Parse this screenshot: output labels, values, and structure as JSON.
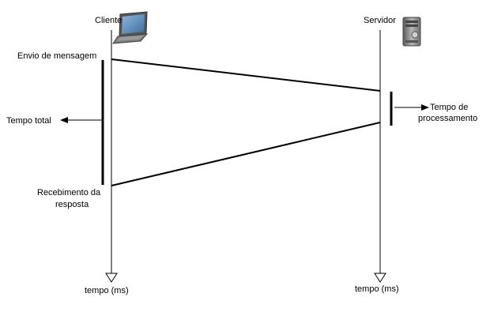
{
  "client": {
    "label": "Cliente",
    "icon": "laptop-icon",
    "axis_label": "tempo (ms)"
  },
  "server": {
    "label": "Servidor",
    "icon": "server-icon",
    "axis_label": "tempo (ms)"
  },
  "annotations": {
    "send_message": "Envio de mensagem",
    "receive_response_line1": "Recebimento da",
    "receive_response_line2": "resposta",
    "total_time": "Tempo total",
    "processing_time_line1": "Tempo de",
    "processing_time_line2": "processamento"
  },
  "colors": {
    "line": "#000000",
    "laptop_body": "#6b6b6b",
    "laptop_screen": "#4a7fb5",
    "server_body": "#8a8a8a"
  }
}
